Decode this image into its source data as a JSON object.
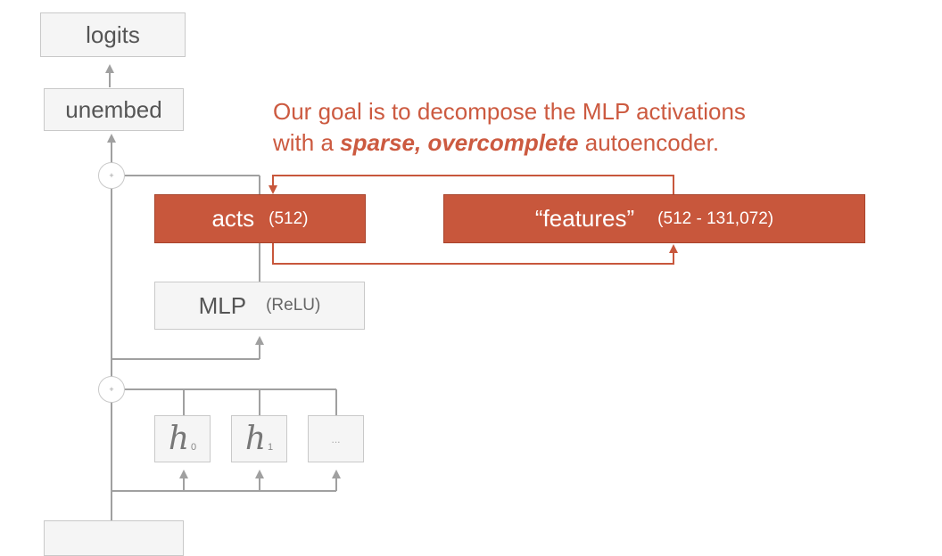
{
  "nodes": {
    "logits": "logits",
    "unembed": "unembed",
    "acts": "acts",
    "acts_dim": "(512)",
    "features": "“features”",
    "features_dim": "(512 - 131,072)",
    "mlp": "MLP",
    "mlp_act": "(ReLU)",
    "head_symbol": "h",
    "head0_sub": "0",
    "head1_sub": "1",
    "heads_more": "...",
    "residual_add": "+"
  },
  "goal": {
    "prefix": "Our goal is to decompose the MLP activations",
    "line2_start": "with a ",
    "emphasis": "sparse, overcomplete",
    "suffix": " autoencoder."
  },
  "colors": {
    "accent": "#c8573c",
    "accent_text": "#cc5a40",
    "box_fill": "#f5f5f5",
    "box_border": "#c9c9c9",
    "line": "#a0a0a0"
  }
}
